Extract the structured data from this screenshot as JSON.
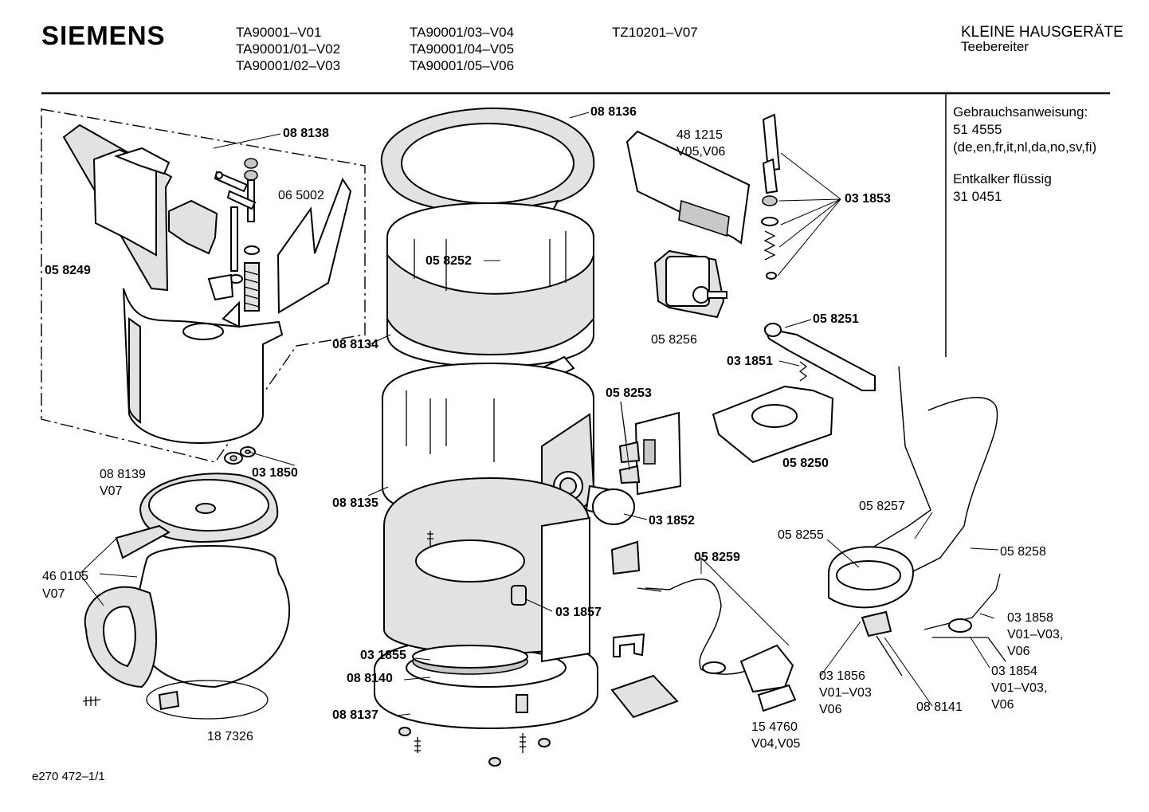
{
  "header": {
    "brand": "SIEMENS",
    "models_col1": "TA90001–V01\nTA90001/01–V02\nTA90001/02–V03",
    "models_col2": "TA90001/03–V04\nTA90001/04–V05\nTA90001/05–V06",
    "models_col3": "TZ10201–V07",
    "category": "KLEINE HAUSGERÄTE",
    "subcategory": "Teebereiter"
  },
  "side_info": {
    "manual_label": "Gebrauchsanweisung:",
    "manual_number": "51 4555",
    "manual_languages": "(de,en,fr,it,nl,da,no,sv,fi)",
    "descaler_label": "Entkalker flüssig",
    "descaler_number": "31 0451"
  },
  "parts": {
    "p088138": "08 8138",
    "p065002": "06 5002",
    "p058249": "05 8249",
    "p088136": "08 8136",
    "p481215": "48 1215",
    "p481215_v": "V05,V06",
    "p031853": "03 1853",
    "p058252": "05 8252",
    "p088134": "08 8134",
    "p058256": "05 8256",
    "p058251": "05 8251",
    "p031851": "03 1851",
    "p058253": "05 8253",
    "p058250": "05 8250",
    "p031850": "03 1850",
    "p088139": "08 8139",
    "p088139_v": "V07",
    "p088135": "08 8135",
    "p031852": "03 1852",
    "p058257": "05 8257",
    "p058255": "05 8255",
    "p058258": "05 8258",
    "p460105": "46 0105",
    "p460105_v": "V07",
    "p058259": "05 8259",
    "p031857": "03 1857",
    "p031858": "03 1858",
    "p031858_v1": "V01–V03,",
    "p031858_v2": "V06",
    "p031855": "03 1855",
    "p088140": "08 8140",
    "p031856": "03 1856",
    "p031856_v1": "V01–V03",
    "p031856_v2": "V06",
    "p031854": "03 1854",
    "p031854_v1": "V01–V03,",
    "p031854_v2": "V06",
    "p088137": "08 8137",
    "p088141": "08 8141",
    "p187326": "18 7326",
    "p154760": "15 4760",
    "p154760_v": "V04,V05"
  },
  "footer": {
    "doc_id": "e270 472–1/1"
  }
}
